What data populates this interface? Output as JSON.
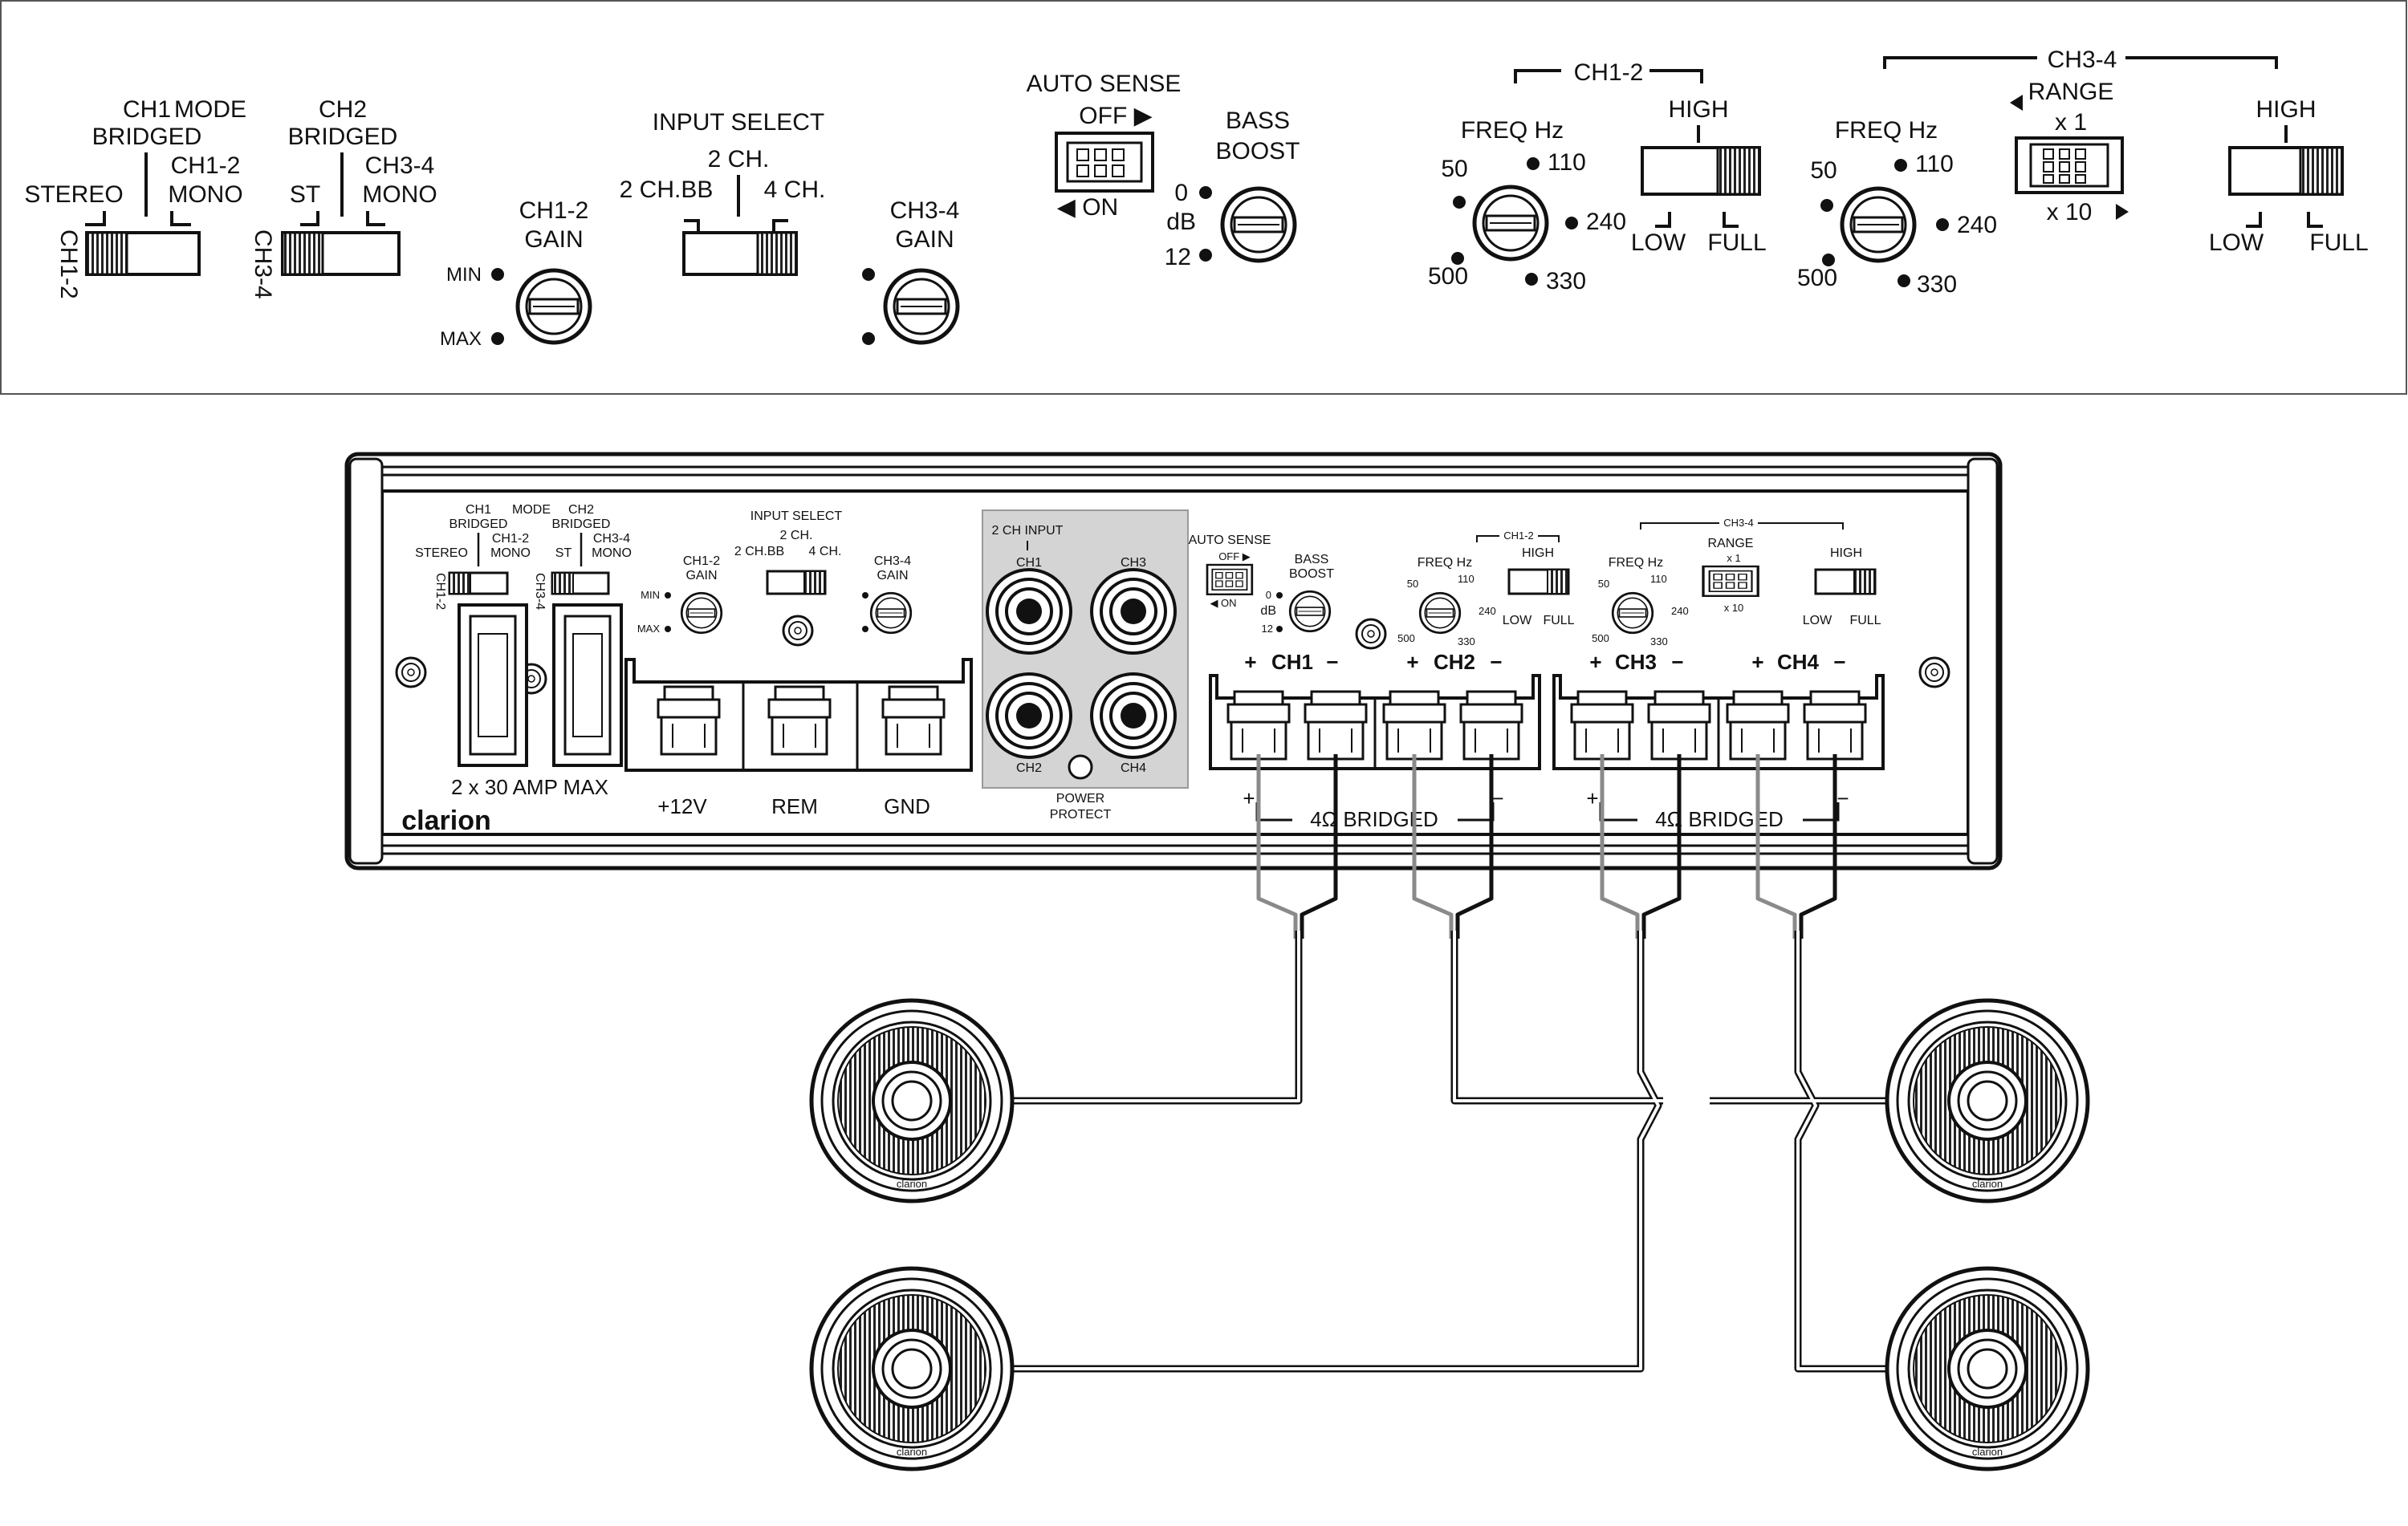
{
  "panel": {
    "mode": {
      "title": "MODE",
      "ch1": "CH1",
      "ch2": "CH2",
      "bridged": "BRIDGED",
      "stereo": "STEREO",
      "ch12_mono": "CH1-2",
      "ch34_mono": "CH3-4",
      "mono": "MONO",
      "st": "ST",
      "ch12_side": "CH1-2",
      "ch34_side": "CH3-4"
    },
    "gain": {
      "ch12": "CH1-2",
      "ch34": "CH3-4",
      "gain": "GAIN",
      "min": "MIN",
      "max": "MAX"
    },
    "input_select": {
      "title": "INPUT SELECT",
      "two_ch": "2 CH.",
      "two_ch_bb": "2 CH.BB",
      "four_ch": "4 CH."
    },
    "auto_sense": {
      "title": "AUTO SENSE",
      "off": "OFF ▶",
      "on": "◀ ON"
    },
    "bass_boost": {
      "bass": "BASS",
      "boost": "BOOST",
      "zero": "0",
      "db": "dB",
      "twelve": "12"
    },
    "crossover_ch12": {
      "group": "CH1-2",
      "freq": "FREQ Hz",
      "f50": "50",
      "f110": "110",
      "f240": "240",
      "f330": "330",
      "f500": "500",
      "high": "HIGH",
      "low": "LOW",
      "full": "FULL"
    },
    "crossover_ch34": {
      "group": "CH3-4",
      "freq": "FREQ Hz",
      "f50": "50",
      "f110": "110",
      "f240": "240",
      "f330": "330",
      "f500": "500",
      "range": "RANGE",
      "x1": "x 1",
      "x10": "x 10",
      "high": "HIGH",
      "low": "LOW",
      "full": "FULL"
    }
  },
  "amp": {
    "brand": "clarion",
    "fuse": "2 x 30 AMP MAX",
    "terminals": [
      "+12V",
      "REM",
      "GND"
    ],
    "input_title": "2 CH INPUT",
    "rca": [
      "CH1",
      "CH3",
      "CH2",
      "CH4"
    ],
    "power": "POWER",
    "protect": "PROTECT",
    "channels": [
      "CH1",
      "CH2",
      "CH3",
      "CH4"
    ],
    "plus": "+",
    "minus": "−",
    "bridged": "4Ω  BRIDGED"
  },
  "speakers": {
    "brand": "clarion"
  },
  "colors": {
    "line": "#111111",
    "panel_grey": "#d4d4d4",
    "wire_grey": "#8a8a8a"
  }
}
